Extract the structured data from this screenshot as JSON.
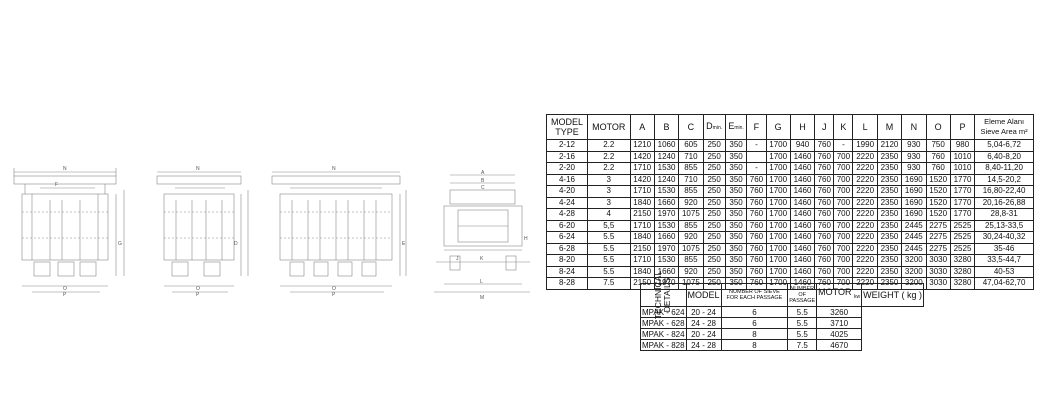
{
  "spec_table": {
    "headers": {
      "model_type": [
        "MODEL",
        "TYPE"
      ],
      "motor": "MOTOR",
      "a": "A",
      "b": "B",
      "c": "C",
      "d": "D",
      "d_sub": "min.",
      "e": "E",
      "e_sub": "min.",
      "f": "F",
      "g": "G",
      "h": "H",
      "j": "J",
      "k": "K",
      "l": "L",
      "m": "M",
      "n": "N",
      "o": "O",
      "p": "P",
      "sieve_area": [
        "Eleme Alanı",
        "Sieve Area m²"
      ]
    },
    "rows": [
      [
        "2-12",
        "2.2",
        "1210",
        "1060",
        "605",
        "250",
        "350",
        "-",
        "1700",
        "940",
        "760",
        "-",
        "1990",
        "2120",
        "930",
        "750",
        "980",
        "5,04-6,72"
      ],
      [
        "2-16",
        "2.2",
        "1420",
        "1240",
        "710",
        "250",
        "350",
        "",
        "1700",
        "1460",
        "760",
        "700",
        "2220",
        "2350",
        "930",
        "760",
        "1010",
        "6,40-8,20"
      ],
      [
        "2-20",
        "2.2",
        "1710",
        "1530",
        "855",
        "250",
        "350",
        "-",
        "1700",
        "1460",
        "760",
        "700",
        "2220",
        "2350",
        "930",
        "760",
        "1010",
        "8,40-11,20"
      ],
      [
        "4-16",
        "3",
        "1420",
        "1240",
        "710",
        "250",
        "350",
        "760",
        "1700",
        "1460",
        "760",
        "700",
        "2220",
        "2350",
        "1690",
        "1520",
        "1770",
        "14,5-20,2"
      ],
      [
        "4-20",
        "3",
        "1710",
        "1530",
        "855",
        "250",
        "350",
        "760",
        "1700",
        "1460",
        "760",
        "700",
        "2220",
        "2350",
        "1690",
        "1520",
        "1770",
        "16,80-22,40"
      ],
      [
        "4-24",
        "3",
        "1840",
        "1660",
        "920",
        "250",
        "350",
        "760",
        "1700",
        "1460",
        "760",
        "700",
        "2220",
        "2350",
        "1690",
        "1520",
        "1770",
        "20,16-26,88"
      ],
      [
        "4-28",
        "4",
        "2150",
        "1970",
        "1075",
        "250",
        "350",
        "760",
        "1700",
        "1460",
        "760",
        "700",
        "2220",
        "2350",
        "1690",
        "1520",
        "1770",
        "28,8-31"
      ],
      [
        "6-20",
        "5,5",
        "1710",
        "1530",
        "855",
        "250",
        "350",
        "760",
        "1700",
        "1460",
        "760",
        "700",
        "2220",
        "2350",
        "2445",
        "2275",
        "2525",
        "25,13-33,5"
      ],
      [
        "6-24",
        "5.5",
        "1840",
        "1660",
        "920",
        "250",
        "350",
        "760",
        "1700",
        "1460",
        "760",
        "700",
        "2220",
        "2350",
        "2445",
        "2275",
        "2525",
        "30,24-40,32"
      ],
      [
        "6-28",
        "5.5",
        "2150",
        "1970",
        "1075",
        "250",
        "350",
        "760",
        "1700",
        "1460",
        "760",
        "700",
        "2220",
        "2350",
        "2445",
        "2275",
        "2525",
        "35-46"
      ],
      [
        "8-20",
        "5.5",
        "1710",
        "1530",
        "855",
        "250",
        "350",
        "760",
        "1700",
        "1460",
        "760",
        "700",
        "2220",
        "2350",
        "3200",
        "3030",
        "3280",
        "33,5-44,7"
      ],
      [
        "8-24",
        "5.5",
        "1840",
        "1660",
        "920",
        "250",
        "350",
        "760",
        "1700",
        "1460",
        "760",
        "700",
        "2220",
        "2350",
        "3200",
        "3030",
        "3280",
        "40-53"
      ],
      [
        "8-28",
        "7.5",
        "2150",
        "1970",
        "1075",
        "250",
        "350",
        "760",
        "1700",
        "1460",
        "760",
        "700",
        "2220",
        "2350",
        "3200",
        "3030",
        "3280",
        "47,04-62,70"
      ]
    ]
  },
  "tech_table": {
    "side_label": [
      "TECHNICAL",
      "DETAILS"
    ],
    "headers": {
      "model": "MODEL",
      "sieves": "NUMBER OF SIEVE FOR EACH PASSAGE",
      "passage": [
        "NUMBER",
        "OF",
        "PASSAGE"
      ],
      "motor": "MOTOR",
      "motor_sub": "kw",
      "weight": "WEIGHT ( kg )"
    },
    "rows": [
      [
        "MPAK - 624",
        "20 - 24",
        "6",
        "5.5",
        "3260"
      ],
      [
        "MPAK - 628",
        "24 - 28",
        "6",
        "5.5",
        "3710"
      ],
      [
        "MPAK - 824",
        "20 - 24",
        "8",
        "5.5",
        "4025"
      ],
      [
        "MPAK - 828",
        "24 - 28",
        "8",
        "7.5",
        "4670"
      ]
    ]
  },
  "drawing_labels": {
    "n": "N",
    "f": "F",
    "o": "O",
    "p": "P",
    "l": "L",
    "m": "M",
    "j": "J",
    "k": "K",
    "h": "H",
    "a": "A",
    "b": "B",
    "c": "C",
    "d": "D",
    "e": "E",
    "g": "G"
  }
}
